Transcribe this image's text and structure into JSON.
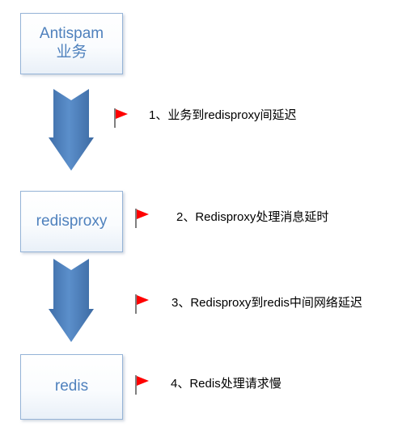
{
  "nodes": {
    "antispam": {
      "line1": "Antispam",
      "line2": "业务"
    },
    "redisproxy": {
      "label": "redisproxy"
    },
    "redis": {
      "label": "redis"
    }
  },
  "delays": [
    {
      "text": "1、业务到redisproxy间延迟"
    },
    {
      "text": "2、Redisproxy处理消息延时"
    },
    {
      "text": "3、Redisproxy到redis中间网络延迟"
    },
    {
      "text": "4、Redis处理请求慢"
    }
  ],
  "colors": {
    "node_border": "#95b3d7",
    "node_text": "#4f81bd",
    "arrow_fill": "#4f81bd",
    "flag_red": "#ff0000",
    "flag_pole": "#7f7f7f"
  }
}
